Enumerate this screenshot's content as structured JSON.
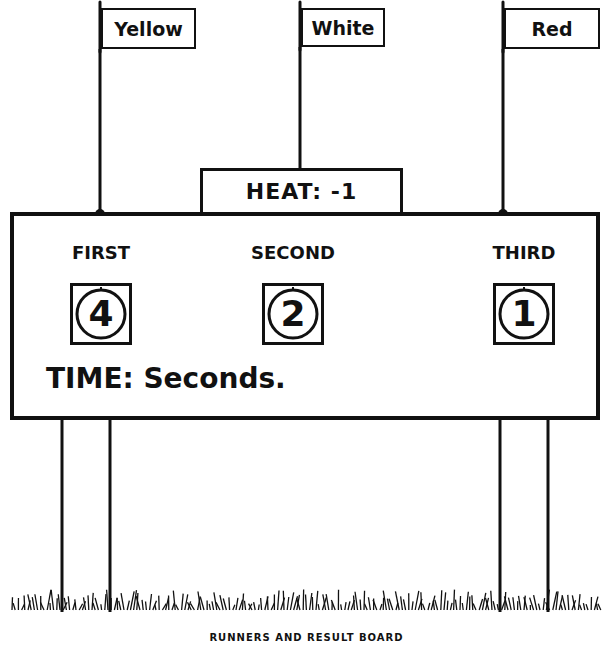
{
  "diagram": {
    "caption": "RUNNERS AND RESULT BOARD",
    "nodes": [
      {
        "text": [
          "Yellow"
        ]
      },
      {
        "text": [
          "White"
        ]
      },
      {
        "text": [
          "Red"
        ]
      },
      {
        "text": [
          "HEAT: -1"
        ]
      },
      {
        "text": [
          "TIME: Seconds."
        ]
      },
      {
        "text": [
          "FIRST",
          "4"
        ],
        "in": 4
      },
      {
        "text": [
          "SECOND",
          "2"
        ],
        "in": 4
      },
      {
        "text": [
          "THIRD",
          "1"
        ],
        "in": 4
      }
    ],
    "edges": [
      {
        "from": 0,
        "to": 4,
        "arrow": "none"
      },
      {
        "from": 1,
        "to": 3,
        "arrow": "none"
      },
      {
        "from": 2,
        "to": 4,
        "arrow": "none"
      }
    ]
  }
}
